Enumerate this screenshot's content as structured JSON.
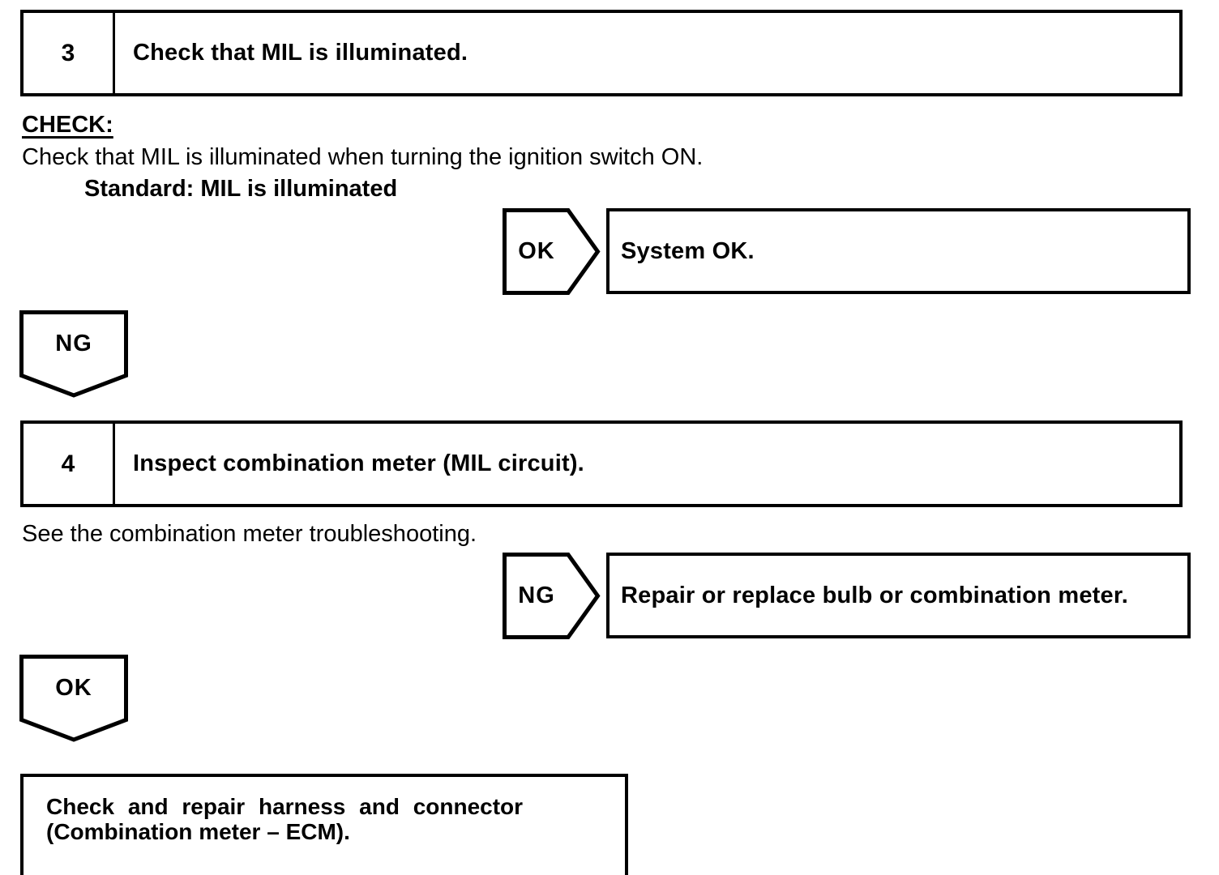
{
  "page": {
    "background_color": "#ffffff",
    "ink_color": "#000000"
  },
  "steps": [
    {
      "number": "3",
      "title": "Check that MIL is illuminated."
    },
    {
      "number": "4",
      "title": "Inspect combination meter (MIL circuit)."
    }
  ],
  "step3": {
    "check_heading": "CHECK:",
    "check_text": "Check that MIL is illuminated when turning the ignition switch ON.",
    "standard_text": "Standard: MIL is illuminated",
    "ok_label": "OK",
    "ok_result": "System OK.",
    "ng_label": "NG"
  },
  "step4": {
    "note": "See the combination meter troubleshooting.",
    "ng_label": "NG",
    "ng_result": "Repair or replace bulb or combination meter.",
    "ok_label": "OK",
    "final_action_line1": "Check and repair harness and connector",
    "final_action_line2": "(Combination meter – ECM)."
  }
}
